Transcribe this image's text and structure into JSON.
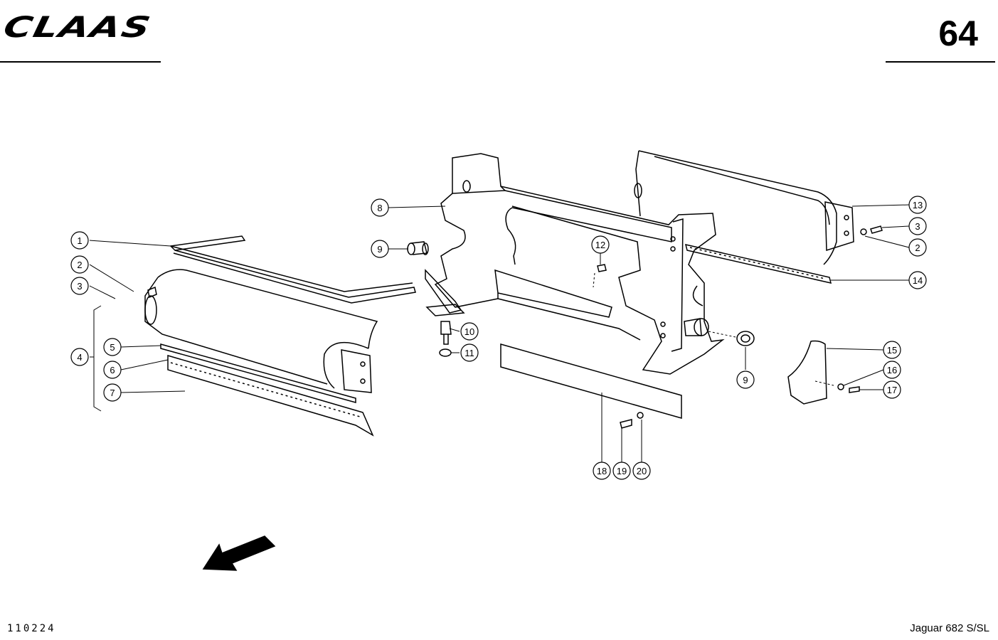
{
  "header": {
    "brand": "CLAAS",
    "page_number": "64"
  },
  "footer": {
    "doc_code": "110224",
    "model": "Jaguar 682 S/SL"
  },
  "callouts": [
    "1",
    "2",
    "3",
    "4",
    "5",
    "6",
    "7",
    "8",
    "9",
    "10",
    "11",
    "12",
    "13",
    "3",
    "2",
    "14",
    "9",
    "15",
    "16",
    "17",
    "18",
    "19",
    "20"
  ]
}
